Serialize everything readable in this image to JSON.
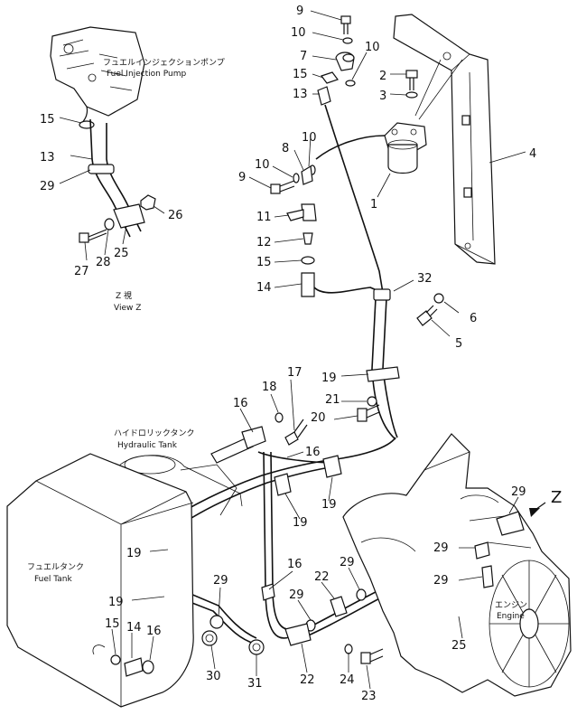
{
  "captions": {
    "fuel_injection_pump_jp": "フュエルインジェクションポンプ",
    "fuel_injection_pump_en": "Fuel Injection Pump",
    "view_z_jp": "Z 視",
    "view_z_en": "View Z",
    "hydraulic_tank_jp": "ハイドロリックタンク",
    "hydraulic_tank_en": "Hydraulic Tank",
    "fuel_tank_jp": "フュエルタンク",
    "fuel_tank_en": "Fuel Tank",
    "engine_jp": "エンジン",
    "engine_en": "Engine",
    "view_marker": "Z"
  },
  "labels": {
    "l9a": "9",
    "l10a": "10",
    "l7": "7",
    "l10b": "10",
    "l15a": "15",
    "l13a": "13",
    "l2": "2",
    "l3": "3",
    "l4": "4",
    "l1": "1",
    "l8": "8",
    "l10c": "10",
    "l10d": "10",
    "l9b": "9",
    "l11": "11",
    "l12": "12",
    "l15b": "15",
    "l14a": "14",
    "l32": "32",
    "l6": "6",
    "l5": "5",
    "l15c": "15",
    "l13b": "13",
    "l29a": "29",
    "l26": "26",
    "l27": "27",
    "l28": "28",
    "l25a": "25",
    "l17": "17",
    "l18": "18",
    "l16a": "16",
    "l19a": "19",
    "l21": "21",
    "l20": "20",
    "l16b": "16",
    "l19b": "19",
    "l19c": "19",
    "l19d": "19",
    "l19e": "19",
    "l29b": "29",
    "l16c": "16",
    "l22a": "22",
    "l29c": "29",
    "l29d": "29",
    "l29e": "29",
    "l29f": "29",
    "l29g": "29",
    "l15d": "15",
    "l14b": "14",
    "l16d": "16",
    "l30": "30",
    "l31": "31",
    "l22b": "22",
    "l24": "24",
    "l23": "23",
    "l25b": "25"
  }
}
